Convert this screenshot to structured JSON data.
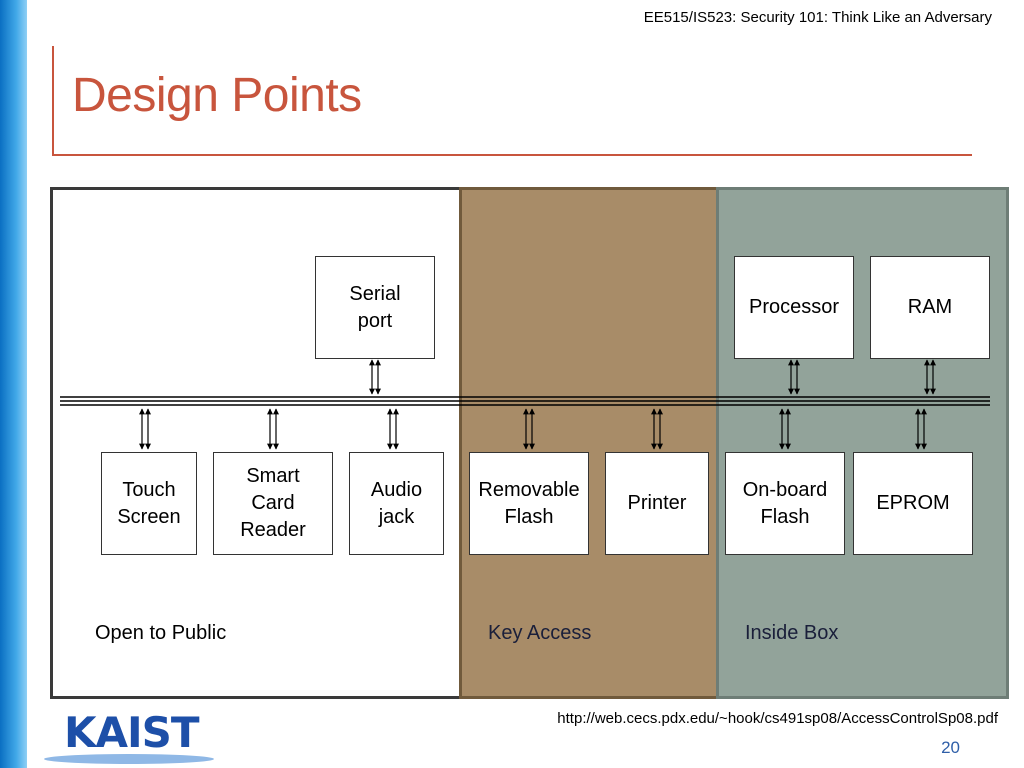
{
  "header": {
    "course": "EE515/IS523: Security 101: Think Like an Adversary"
  },
  "title": "Design Points",
  "zones": {
    "public": "Open to Public",
    "key": "Key Access",
    "inside": "Inside Box"
  },
  "components": {
    "serial_port": "Serial\nport",
    "processor": "Processor",
    "ram": "RAM",
    "touch_screen": "Touch\nScreen",
    "smart_card_reader": "Smart\nCard\nReader",
    "audio_jack": "Audio\njack",
    "removable_flash": "Removable\nFlash",
    "printer": "Printer",
    "onboard_flash": "On-board\nFlash",
    "eprom": "EPROM"
  },
  "footer": {
    "url": "http://web.cecs.pdx.edu/~hook/cs491sp08/AccessControlSp08.pdf",
    "page": "20"
  },
  "logo": {
    "text": "KAIST"
  },
  "colors": {
    "title": "#c8553d",
    "key_zone": "#a88c68",
    "inside_zone": "#92a39a",
    "left_bar": "#1a82d6"
  }
}
